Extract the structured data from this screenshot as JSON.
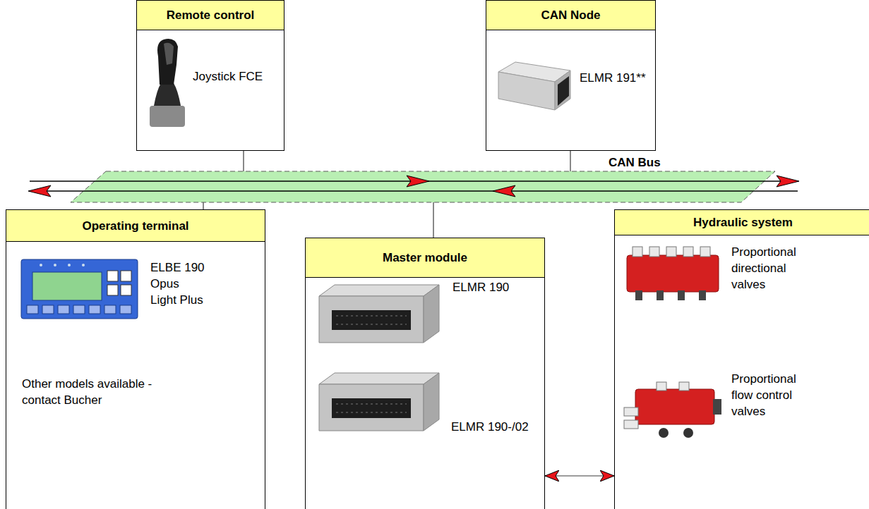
{
  "diagram": {
    "nodes": [
      {
        "text": [
          "Remote control",
          "Joystick FCE"
        ]
      },
      {
        "text": [
          "CAN Node",
          "ELMR 191**"
        ]
      },
      {
        "text": [
          "CAN Bus"
        ]
      },
      {
        "text": [
          "Operating terminal",
          "ELBE 190 Opus Light Plus",
          "Other models available - contact Bucher"
        ]
      },
      {
        "text": [
          "Master module",
          "ELMR 190",
          "ELMR 190-/02"
        ]
      },
      {
        "text": [
          "Hydraulic system",
          "Proportional directional valves",
          "Proportional flow control valves"
        ]
      }
    ],
    "edges": [
      {
        "from": 0,
        "to": 2,
        "arrow": "none"
      },
      {
        "from": 1,
        "to": 2,
        "arrow": "none"
      },
      {
        "from": 2,
        "to": 3,
        "arrow": "none"
      },
      {
        "from": 2,
        "to": 4,
        "arrow": "none"
      },
      {
        "from": 4,
        "to": 5,
        "arrow": "both"
      }
    ]
  }
}
